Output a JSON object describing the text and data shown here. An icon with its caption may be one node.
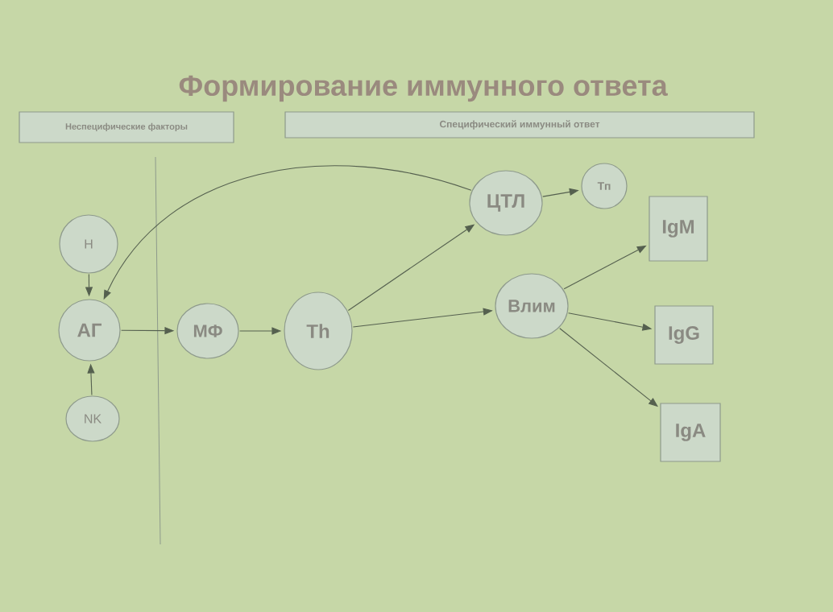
{
  "diagram": {
    "title": "Формирование иммунного ответа",
    "nodes": [
      {
        "text": [
          "Неспецифические факторы"
        ]
      },
      {
        "text": [
          "Специфический иммунный ответ"
        ]
      },
      {
        "text": [
          "Н"
        ]
      },
      {
        "text": [
          "АГ"
        ]
      },
      {
        "text": [
          "NK"
        ]
      },
      {
        "text": [
          "МФ"
        ]
      },
      {
        "text": [
          "Th"
        ]
      },
      {
        "text": [
          "ЦТЛ"
        ]
      },
      {
        "text": [
          "Тп"
        ]
      },
      {
        "text": [
          "Влим"
        ]
      },
      {
        "text": [
          "IgM"
        ]
      },
      {
        "text": [
          "IgG"
        ]
      },
      {
        "text": [
          "IgA"
        ]
      }
    ],
    "edges": [
      {
        "from": 7,
        "to": 3,
        "arrow": "to"
      },
      {
        "from": 2,
        "to": 3,
        "arrow": "to"
      },
      {
        "from": 4,
        "to": 3,
        "arrow": "to"
      },
      {
        "from": 3,
        "to": 5,
        "arrow": "to"
      },
      {
        "from": 5,
        "to": 6,
        "arrow": "to"
      },
      {
        "from": 6,
        "to": 7,
        "arrow": "to"
      },
      {
        "from": 6,
        "to": 9,
        "arrow": "to"
      },
      {
        "from": 7,
        "to": 8,
        "arrow": "to"
      },
      {
        "from": 9,
        "to": 10,
        "arrow": "to"
      },
      {
        "from": 9,
        "to": 11,
        "arrow": "to"
      },
      {
        "from": 9,
        "to": 12,
        "arrow": "to"
      }
    ]
  }
}
